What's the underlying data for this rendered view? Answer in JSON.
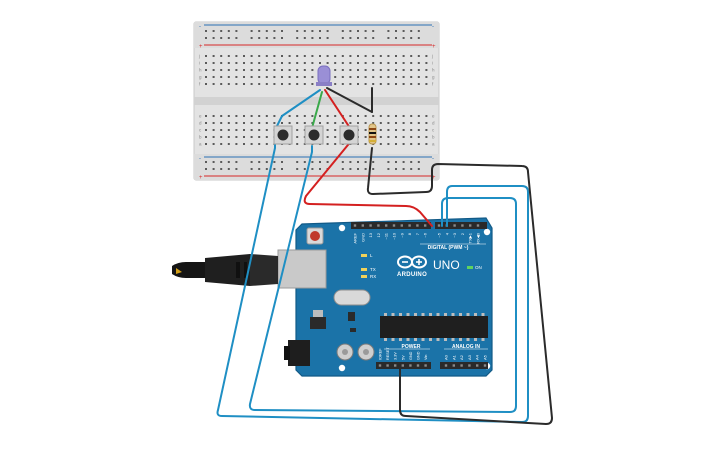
{
  "colors": {
    "board": "#1b73a8",
    "board_dark": "#125a87",
    "breadboard": "#e3e3e3",
    "rail_red": "#d62828",
    "rail_blue": "#2a6fb5",
    "wire_blue": "#1f8fc4",
    "wire_black": "#2b2b2b",
    "wire_red": "#d42020",
    "wire_green": "#3aa94a",
    "led": "#9a8fd6",
    "header": "#2a2a2a"
  },
  "board": {
    "brand": "ARDUINO",
    "model": "UNO",
    "digital_label": "DIGITAL (PWM ~)",
    "analog_label": "ANALOG IN",
    "power_label": "POWER",
    "on_label": "ON",
    "l_label": "L",
    "tx_label": "TX",
    "rx_label": "RX",
    "ioref": "IOREF",
    "digital_pins": [
      "AREF",
      "GND",
      "13",
      "12",
      "~11",
      "~10",
      "~9",
      "8",
      "7",
      "~6",
      "~5",
      "4",
      "~3",
      "2",
      "TX▶1",
      "RX◀0"
    ],
    "power_pins": [
      "IOREF",
      "RESET",
      "3.3V",
      "5V",
      "GND",
      "GND",
      "Vin"
    ],
    "analog_pins": [
      "A0",
      "A1",
      "A2",
      "A3",
      "A4",
      "A5"
    ]
  },
  "breadboard": {
    "row_letters_top": [
      "j",
      "i",
      "h",
      "g",
      "f"
    ],
    "row_letters_bottom": [
      "e",
      "d",
      "c",
      "b",
      "a"
    ],
    "rail_plus": "+",
    "rail_minus": "-"
  },
  "icons": {
    "logo": "infinity-logo-icon",
    "usb": "usb-cable-icon",
    "reset": "reset-button-icon"
  }
}
